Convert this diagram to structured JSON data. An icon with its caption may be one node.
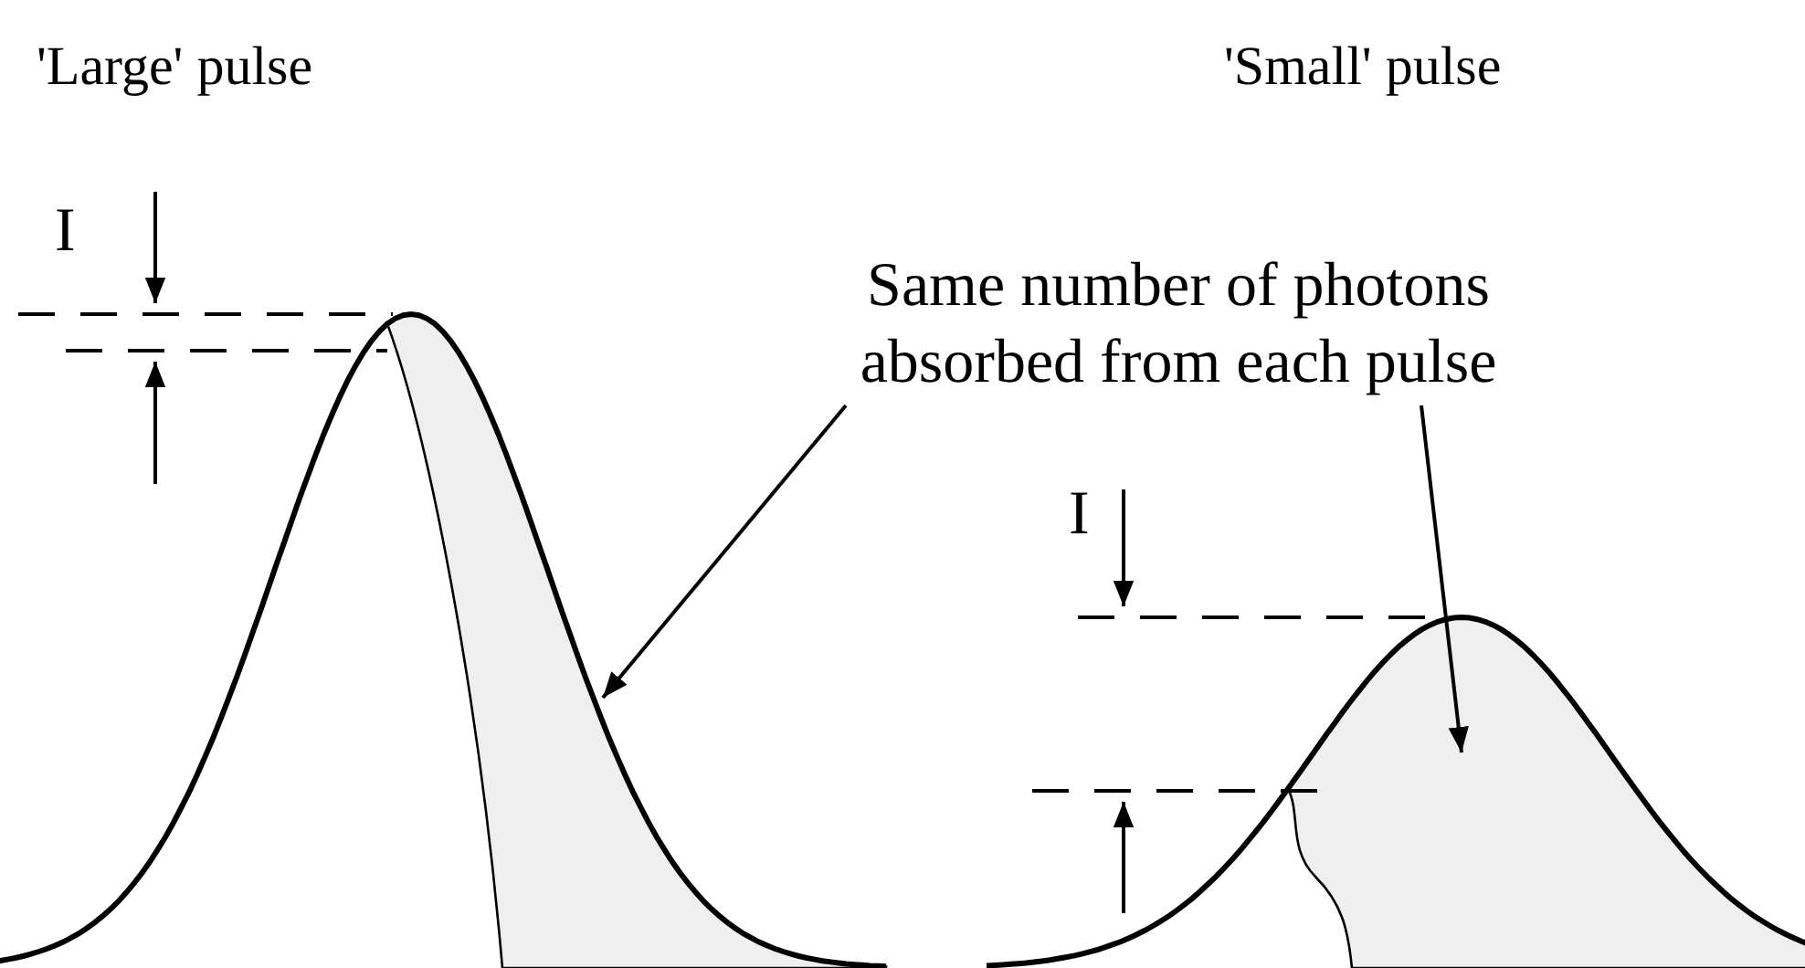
{
  "diagram": {
    "nodes": [
      {
        "text": [
          "Same number of photons absorbed from each pulse"
        ]
      },
      {
        "text": [],
        "shape": "area"
      },
      {
        "text": [],
        "shape": "area"
      }
    ],
    "edges": [
      {
        "from": 0,
        "to": 1,
        "arrow": "to"
      },
      {
        "from": 0,
        "to": 2,
        "arrow": "to"
      }
    ],
    "labels": [
      "'Large' pulse",
      "'Small' pulse",
      "I",
      "I"
    ]
  }
}
